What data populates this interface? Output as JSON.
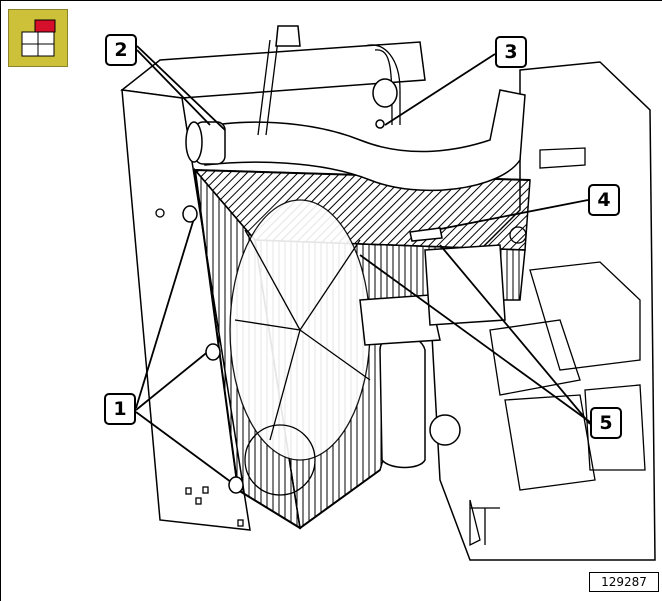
{
  "figure": {
    "reference_number": "129287",
    "badge_icon": "document-layout-icon",
    "badge_colors": {
      "background": "#cec13a",
      "accent": "#d6102a",
      "panel": "#ffffff"
    },
    "callouts": [
      {
        "id": "c1",
        "label": "1"
      },
      {
        "id": "c2",
        "label": "2"
      },
      {
        "id": "c3",
        "label": "3"
      },
      {
        "id": "c4",
        "label": "4"
      },
      {
        "id": "c5",
        "label": "5"
      }
    ]
  }
}
